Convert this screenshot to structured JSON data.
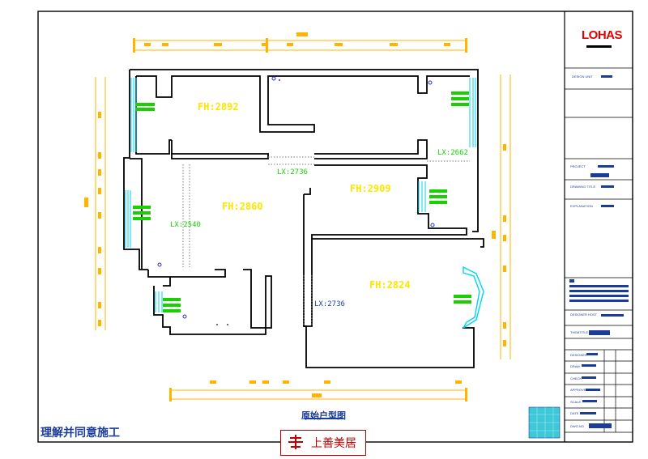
{
  "title_block": {
    "logo": "LOHAS",
    "labels": [
      "PROJECT",
      "DRAWING TITLE",
      "EXPLANATION",
      "DESIGNER HOST",
      "THEMTITLE",
      "DESIGNER",
      "DRAW",
      "CHECK",
      "APPROVED",
      "SCALE",
      "DATE",
      "DWG.NO"
    ]
  },
  "plan": {
    "rooms": [
      {
        "label": "FH:2892"
      },
      {
        "label": "FH:2860"
      },
      {
        "label": "FH:2909"
      },
      {
        "label": "FH:2824"
      }
    ],
    "openings": [
      "LX:2662",
      "LX:2736",
      "LX:2540",
      "LX:2736"
    ],
    "title": "原始户型图"
  },
  "note": "理解并同意施工",
  "brand": "上善美居",
  "colors": {
    "wall": "#000000",
    "frame": "#000000",
    "room_label": "#ffe600",
    "window": "#00d5f0",
    "fixture": "#19d100",
    "dimension": "#ffb400",
    "title_block_text": "#1b3c98",
    "logo": "#e50000",
    "brand": "#c00000"
  }
}
